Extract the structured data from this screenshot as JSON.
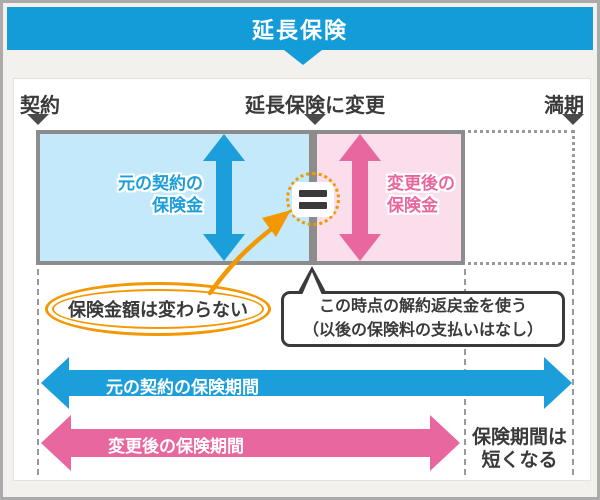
{
  "header": {
    "title": "延長保険"
  },
  "timeline": {
    "start_label": "契約",
    "change_label": "延長保険に変更",
    "end_label": "満期"
  },
  "boxes": {
    "original": {
      "label_line1": "元の契約の",
      "label_line2": "保険金"
    },
    "after": {
      "label_line1": "変更後の",
      "label_line2": "保険金"
    }
  },
  "annotations": {
    "ellipse_note": "保険金額は変わらない",
    "bubble_line1": "この時点の解約返戻金を使う",
    "bubble_line2": "（以後の保険料の支払いはなし）"
  },
  "periods": {
    "original_label": "元の契約の保険期間",
    "after_label": "変更後の保険期間",
    "shorter_line1": "保険期間は",
    "shorter_line2": "短くなる"
  },
  "colors": {
    "brand_blue": "#149CD8",
    "light_blue": "#C3E9FA",
    "pink": "#E8679F",
    "light_pink": "#FBDEEC",
    "orange": "#F39800",
    "dark_text": "#3A3A3A",
    "box_border": "#8C8C8C"
  }
}
